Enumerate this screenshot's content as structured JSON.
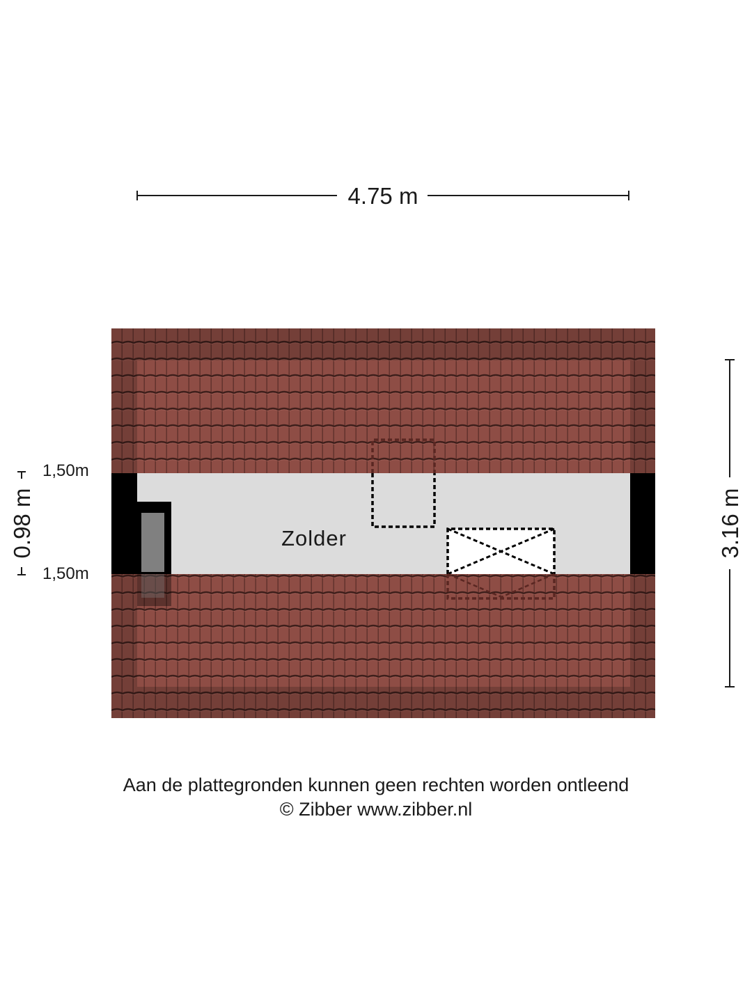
{
  "dimensions": {
    "width": "4.75 m",
    "depth": "3.16 m",
    "ceiling_zone": "0.98 m",
    "knee_height_top": "1,50m",
    "knee_height_bottom": "1,50m"
  },
  "rooms": [
    {
      "label": "Zolder"
    }
  ],
  "colors": {
    "roof_tile": "#8e4d45",
    "roof_edge": "#6e3a33",
    "floor": "#dcdcdc",
    "wall": "#000000",
    "chimney": "#808080"
  },
  "footer": {
    "disclaimer": "Aan de plattegronden kunnen geen rechten worden ontleend",
    "copyright": "© Zibber www.zibber.nl"
  }
}
